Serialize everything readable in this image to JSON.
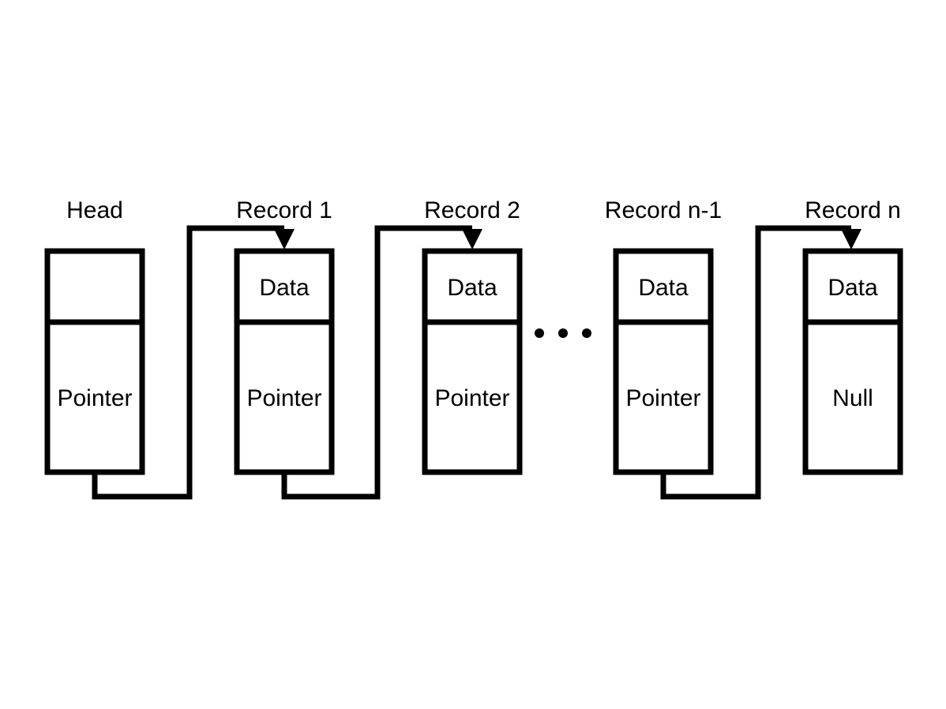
{
  "diagram": {
    "nodes": [
      {
        "title": "Head",
        "top_cell": "",
        "bottom_cell": "Pointer"
      },
      {
        "title": "Record 1",
        "top_cell": "Data",
        "bottom_cell": "Pointer"
      },
      {
        "title": "Record 2",
        "top_cell": "Data",
        "bottom_cell": "Pointer"
      },
      {
        "title": "Record n-1",
        "top_cell": "Data",
        "bottom_cell": "Pointer"
      },
      {
        "title": "Record n",
        "top_cell": "Data",
        "bottom_cell": "Null"
      }
    ],
    "connections": [
      {
        "from": "Head",
        "to": "Record 1"
      },
      {
        "from": "Record 1",
        "to": "Record 2"
      },
      {
        "from": "Record n-1",
        "to": "Record n"
      }
    ],
    "ellipsis_dot_count": 3,
    "colors": {
      "stroke": "#000000",
      "background": "#ffffff",
      "text": "#000000"
    }
  }
}
